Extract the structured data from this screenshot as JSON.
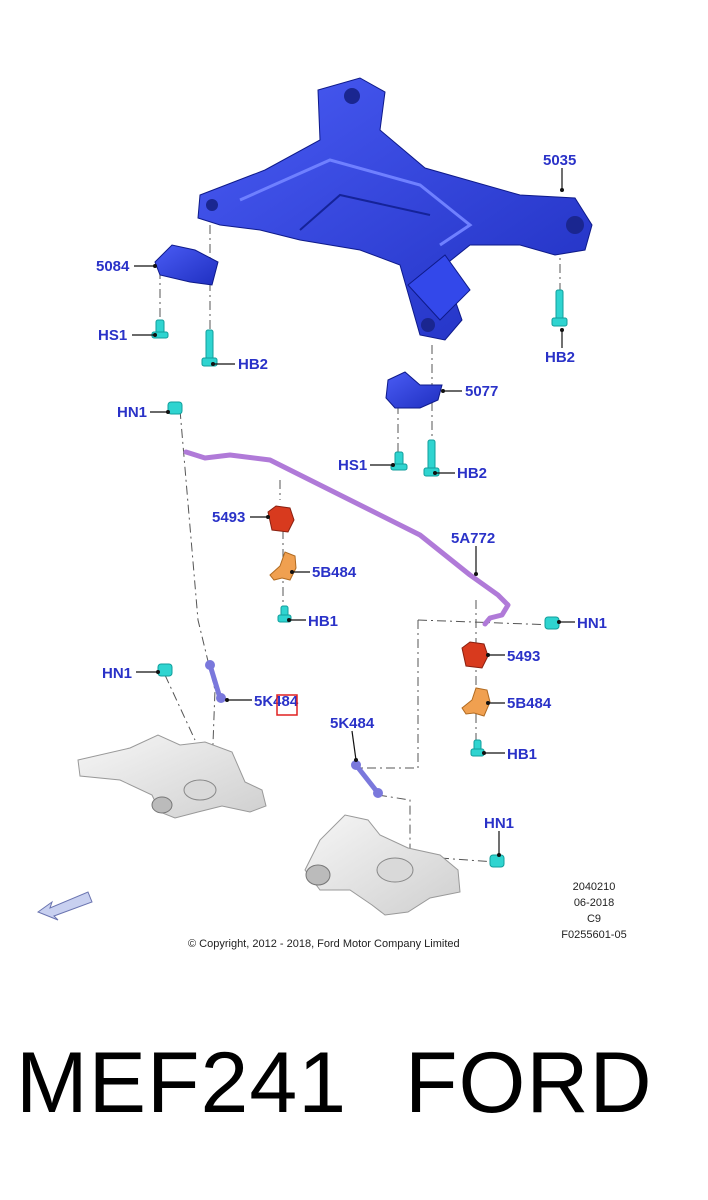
{
  "labels": {
    "l5035": "5035",
    "l5084": "5084",
    "lHS1a": "HS1",
    "lHB2a": "HB2",
    "lHB2b": "HB2",
    "l5077": "5077",
    "lHN1a": "HN1",
    "lHS1b": "HS1",
    "lHB2c": "HB2",
    "l5493a": "5493",
    "l5A772": "5A772",
    "l5B484a": "5B484",
    "lHB1a": "HB1",
    "lHN1b": "HN1",
    "l5493b": "5493",
    "lHN1c": "HN1",
    "l5K484a": "5K484",
    "l5B484b": "5B484",
    "l5K484b": "5K484",
    "lHB1b": "HB1",
    "lHN1d": "HN1"
  },
  "meta": {
    "code": "2040210",
    "date": "06-2018",
    "rev": "C9",
    "ref": "F0255601-05"
  },
  "copyright": "© Copyright, 2012 - 2018, Ford Motor Company Limited",
  "footer": {
    "part_number": "MEF241",
    "brand": "FORD"
  },
  "colors": {
    "subframe": "#2b3ee0",
    "stabilizer_bar": "#b07ad8",
    "bushing": "#d83a1e",
    "bracket": "#f0a050",
    "fastener": "#2fd4d0",
    "link": "#7a78dc",
    "knuckle": "#e6e6e6",
    "label": "#2a32c8",
    "highlight_box": "#e02020"
  }
}
